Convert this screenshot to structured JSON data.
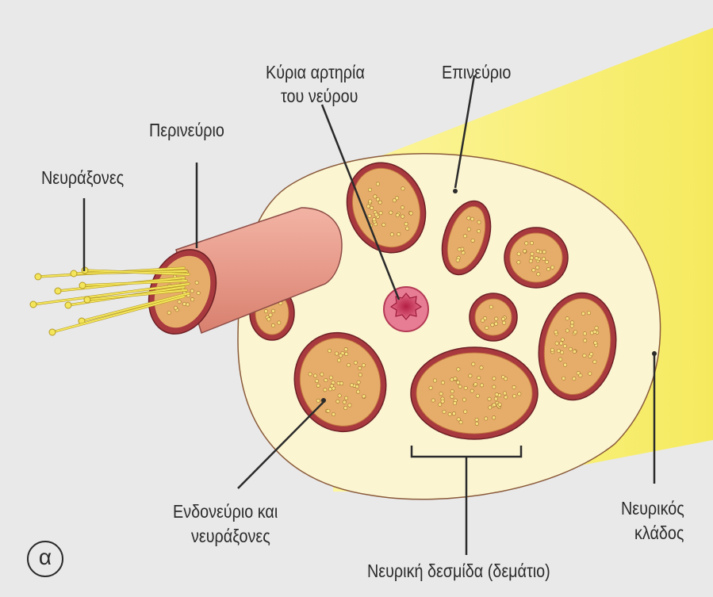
{
  "labels": {
    "axons": "Νευράξονες",
    "perineurium": "Περινεύριο",
    "main_artery_line1": "Κύρια αρτηρία",
    "main_artery_line2": "του νεύρου",
    "epineurium": "Επινεύριο",
    "endoneurium_line1": "Ενδονεύριο και",
    "endoneurium_line2": "νευράξονες",
    "nerve_fascicle": "Νευρική δεσμίδα (δεμάτιο)",
    "nerve_branch_line1": "Νευρικός",
    "nerve_branch_line2": "κλάδος",
    "panel": "α"
  },
  "colors": {
    "background": "#e9e9ea",
    "nerve_yellow": "#f8f27a",
    "epineurium_fill": "#fbf5d2",
    "fascicle_fill": "#e6ad6a",
    "perineurium_ring": "#b2414a",
    "perineurium_tube": "#e9a090",
    "axon_fiber": "#f1e35a",
    "artery": "#d34a6a",
    "leader_line": "#2b2b2b"
  }
}
